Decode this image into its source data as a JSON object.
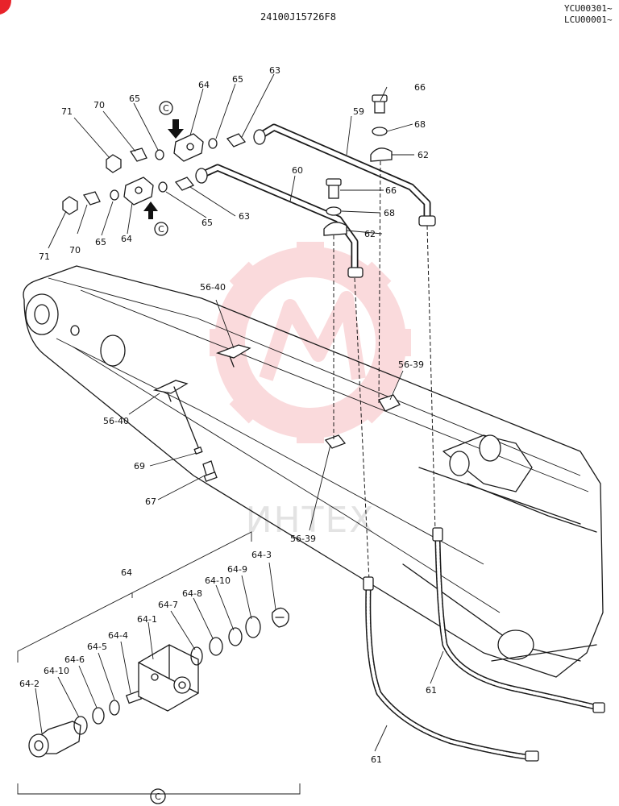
{
  "header": {
    "doc_number": "24100J15726F8",
    "serial_1": "YCU00301~",
    "serial_2": "LCU00001~"
  },
  "watermark": {
    "text": "ИНТЕХ",
    "color": "#f2a0a4"
  },
  "callouts": {
    "c59": "59",
    "c60": "60",
    "c61a": "61",
    "c61b": "61",
    "c62a": "62",
    "c62b": "62",
    "c63a": "63",
    "c63b": "63",
    "c64a": "64",
    "c64b": "64",
    "c64c": "64",
    "c65a": "65",
    "c65b": "65",
    "c65c": "65",
    "c65d": "65",
    "c66a": "66",
    "c66b": "66",
    "c67": "67",
    "c68a": "68",
    "c68b": "68",
    "c69": "69",
    "c70a": "70",
    "c70b": "70",
    "c71a": "71",
    "c71b": "71",
    "c56_40a": "56-40",
    "c56_40b": "56-40",
    "c56_39a": "56-39",
    "c56_39b": "56-39",
    "c64_1": "64-1",
    "c64_2": "64-2",
    "c64_3": "64-3",
    "c64_4": "64-4",
    "c64_5": "64-5",
    "c64_6": "64-6",
    "c64_7": "64-7",
    "c64_8": "64-8",
    "c64_9": "64-9",
    "c64_10a": "64-10",
    "c64_10b": "64-10"
  },
  "view_marker": {
    "letter": "C"
  }
}
